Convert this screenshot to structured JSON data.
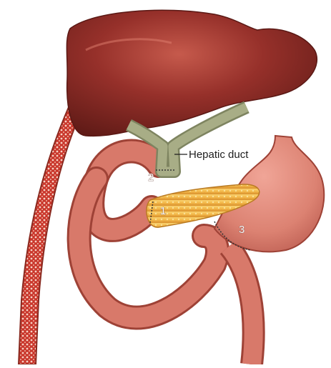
{
  "figure": {
    "labels": {
      "hepatic_duct": "Hepatic duct",
      "anastomosis_1": "1",
      "anastomosis_2": "2",
      "anastomosis_3": "3"
    },
    "colors": {
      "liver": "#8b2a22",
      "liver_highlight": "#c25a4c",
      "bile_duct": "#a8ad86",
      "bowel": "#d8796a",
      "bowel_dark": "#9e4236",
      "stomach": "#e08c7e",
      "pancreas": "#f3b84a",
      "vessel_dots": "#f6d0c4"
    }
  }
}
